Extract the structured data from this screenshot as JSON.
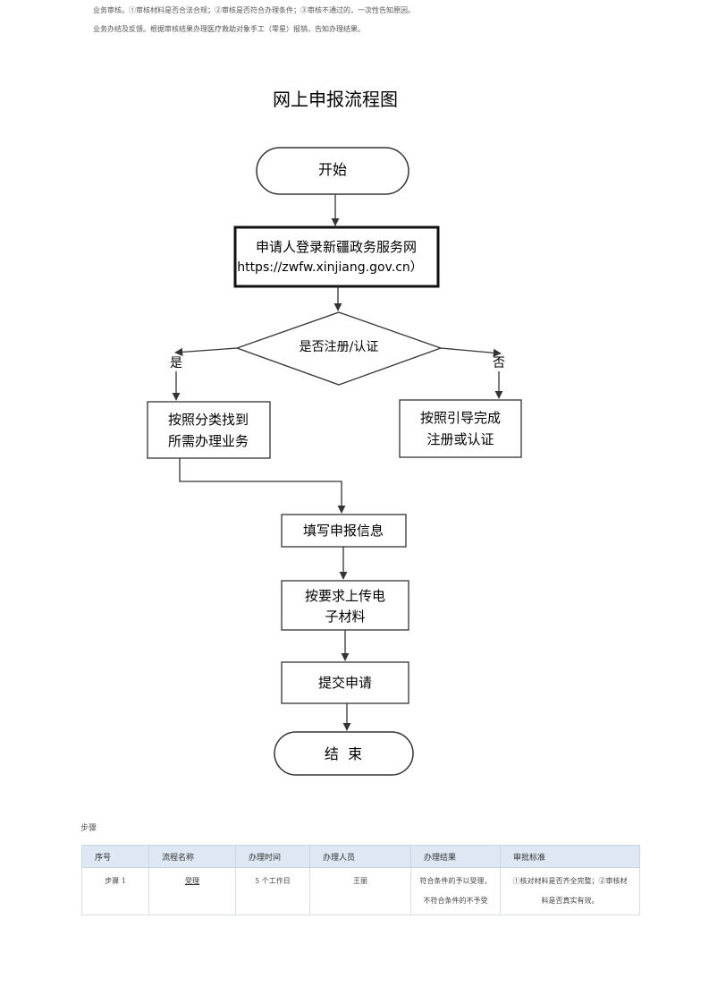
{
  "intro": {
    "line1": "业务审核。①审核材料是否合法合规；②审核是否符合办理条件；③审核不通过的，一次性告知原因。",
    "line2": "业务办结及反馈。根据审核结果办理医疗救助对象手工（零星）报销，告知办理结果。"
  },
  "flowchart": {
    "title": "网上申报流程图",
    "start": "开始",
    "login_line1": "申请人登录新疆政务服务网",
    "login_line2": "https://zwfw.xinjiang.gov.cn）",
    "decision": "是否注册/认证",
    "yes": "是",
    "no": "否",
    "find_line1": "按照分类找到",
    "find_line2": "所需办理业务",
    "register_line1": "按照引导完成",
    "register_line2": "注册或认证",
    "fill": "填写申报信息",
    "upload_line1": "按要求上传电",
    "upload_line2": "子材料",
    "submit": "提交申请",
    "end": "结  束"
  },
  "steps": {
    "label": "步骤",
    "headers": [
      "序号",
      "流程名称",
      "办理时间",
      "办理人员",
      "办理结果",
      "审批标准"
    ],
    "rows": [
      {
        "no": "步骤 1",
        "name": "受理",
        "time": "5 个工作日",
        "person": "王丽",
        "result_line1": "符合条件的予以受理，",
        "result_line2": "不符合条件的不予受",
        "standard_line1": "①核对材料是否齐全完整；②审核材",
        "standard_line2": "料是否真实有效。"
      }
    ]
  }
}
